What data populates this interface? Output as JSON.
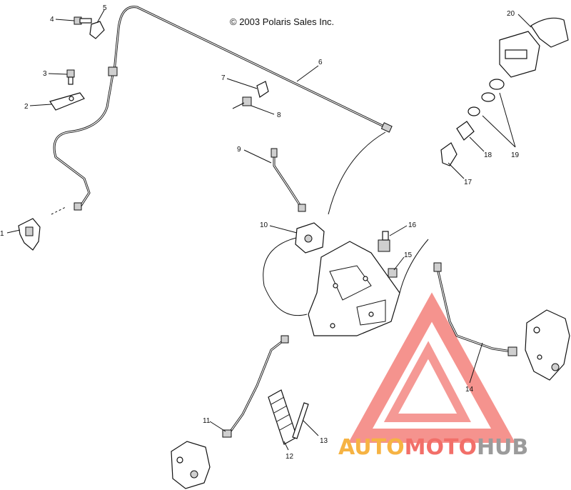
{
  "copyright": "© 2003 Polaris Sales Inc.",
  "callouts": [
    {
      "id": "c1",
      "label": "1"
    },
    {
      "id": "c2",
      "label": "2"
    },
    {
      "id": "c3",
      "label": "3"
    },
    {
      "id": "c4",
      "label": "4"
    },
    {
      "id": "c5",
      "label": "5"
    },
    {
      "id": "c6",
      "label": "6"
    },
    {
      "id": "c7",
      "label": "7"
    },
    {
      "id": "c8",
      "label": "8"
    },
    {
      "id": "c9",
      "label": "9"
    },
    {
      "id": "c10",
      "label": "10"
    },
    {
      "id": "c11",
      "label": "11"
    },
    {
      "id": "c12",
      "label": "12"
    },
    {
      "id": "c13",
      "label": "13"
    },
    {
      "id": "c14",
      "label": "14"
    },
    {
      "id": "c15",
      "label": "15"
    },
    {
      "id": "c16",
      "label": "16"
    },
    {
      "id": "c17",
      "label": "17"
    },
    {
      "id": "c18",
      "label": "18"
    },
    {
      "id": "c19",
      "label": "19"
    },
    {
      "id": "c20",
      "label": "20"
    }
  ],
  "watermark": {
    "part1": "AUTO",
    "part2": "MOTO",
    "part3": "HUB",
    "color_orange": "#f5a623",
    "color_red": "#f0564f",
    "color_gray": "#8a8a8a"
  }
}
